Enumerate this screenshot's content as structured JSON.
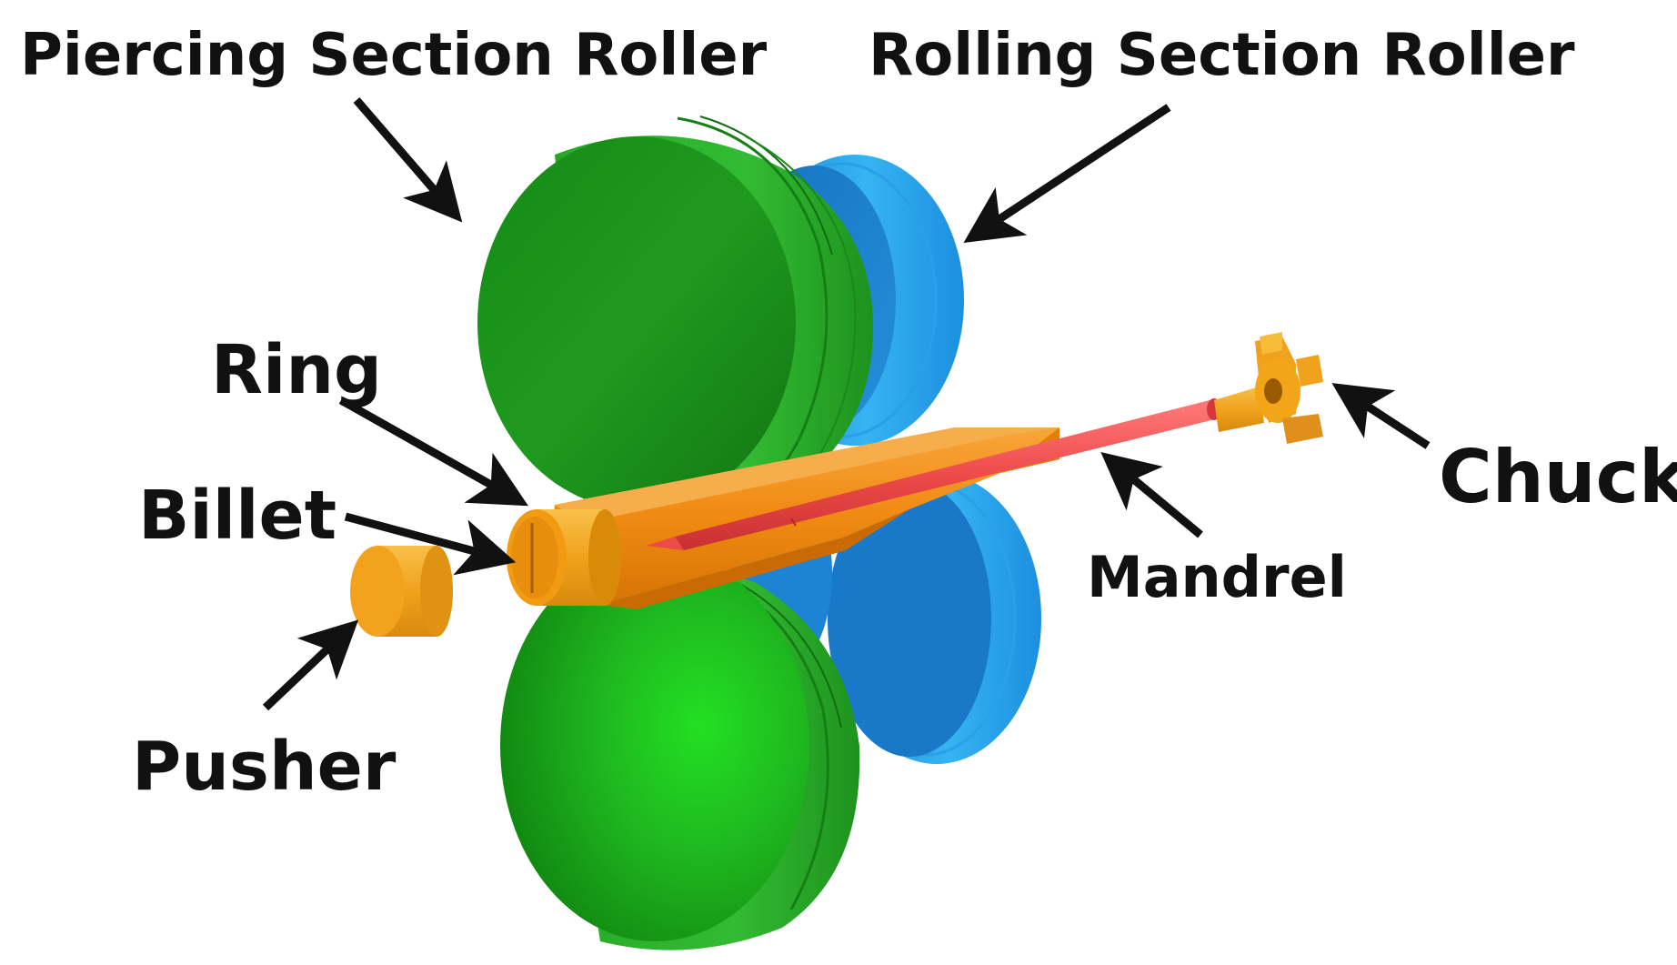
{
  "labels": {
    "piercing_roller": "Piercing Section Roller",
    "rolling_roller": "Rolling Section Roller",
    "ring": "Ring",
    "billet": "Billet",
    "pusher": "Pusher",
    "mandrel": "Mandrel",
    "chuck": "Chuck"
  },
  "colors": {
    "piercing_roller": "#1f8f1f",
    "rolling_roller": "#1a8fe0",
    "ring": "#f08c10",
    "billet": "#f0a020",
    "mandrel": "#ee4a4a",
    "chuck": "#f0a020",
    "arrow": "#111111"
  }
}
